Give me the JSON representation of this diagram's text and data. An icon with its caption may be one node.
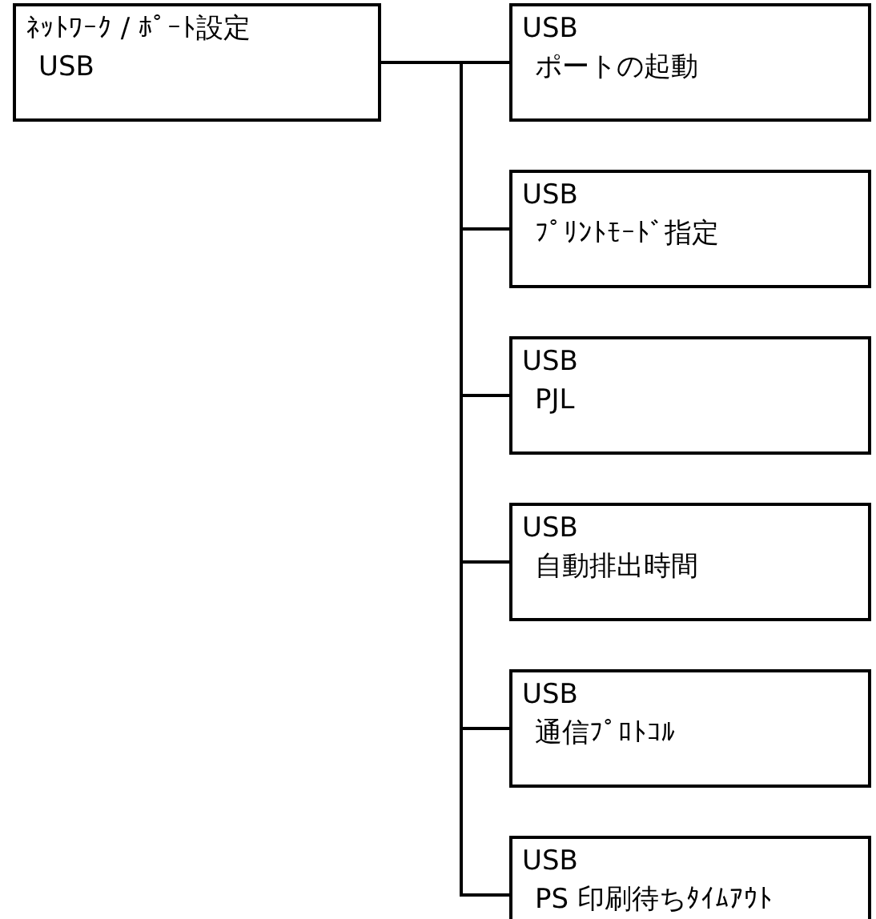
{
  "diagram": {
    "nodes": [
      {
        "text": [
          "ﾈｯﾄﾜｰｸ / ﾎﾟｰﾄ設定",
          "USB"
        ]
      },
      {
        "text": [
          "USB",
          "ポートの起動"
        ]
      },
      {
        "text": [
          "USB",
          "ﾌﾟﾘﾝﾄﾓｰﾄﾞ指定"
        ]
      },
      {
        "text": [
          "USB",
          "PJL"
        ]
      },
      {
        "text": [
          "USB",
          "自動排出時間"
        ]
      },
      {
        "text": [
          "USB",
          "通信ﾌﾟﾛﾄｺﾙ"
        ]
      },
      {
        "text": [
          "USB",
          "PS 印刷待ちﾀｲﾑｱｳﾄ"
        ]
      }
    ],
    "edges": [
      {
        "from": 0,
        "to": 1,
        "arrow": "none"
      },
      {
        "from": 0,
        "to": 2,
        "arrow": "none"
      },
      {
        "from": 0,
        "to": 3,
        "arrow": "none"
      },
      {
        "from": 0,
        "to": 4,
        "arrow": "none"
      },
      {
        "from": 0,
        "to": 5,
        "arrow": "none"
      },
      {
        "from": 0,
        "to": 6,
        "arrow": "none"
      }
    ]
  }
}
